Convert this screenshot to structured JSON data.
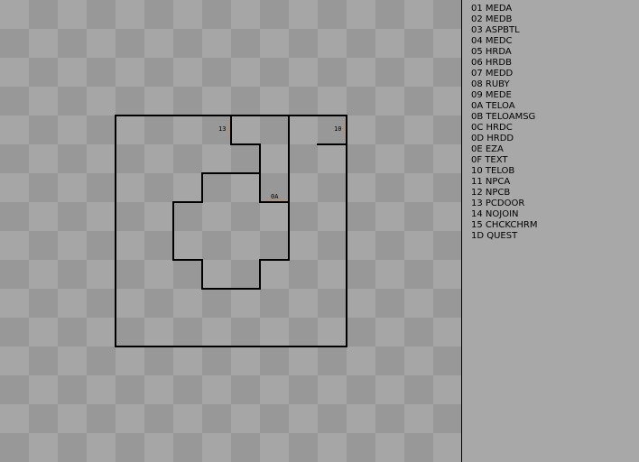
{
  "map": {
    "tile_labels": [
      {
        "id": "13",
        "text": "13"
      },
      {
        "id": "10",
        "text": "10"
      },
      {
        "id": "0a",
        "text": "0A"
      }
    ]
  },
  "entity_list": {
    "items": [
      "01 MEDA",
      "02 MEDB",
      "03 ASPBTL",
      "04 MEDC",
      "05 HRDA",
      "06 HRDB",
      "07 MEDD",
      "08 RUBY",
      "09 MEDE",
      "0A TELOA",
      "0B TELOAMSG",
      "0C HRDC",
      "0D HRDD",
      "0E EZA",
      "0F TEXT",
      "10 TELOB",
      "11 NPCA",
      "12 NPCB",
      "13 PCDOOR",
      "14 NOJOIN",
      "15 CHCKCHRM",
      "1D QUEST"
    ]
  },
  "colors": {
    "wall": "#000000",
    "marker": "#c98a5a"
  }
}
